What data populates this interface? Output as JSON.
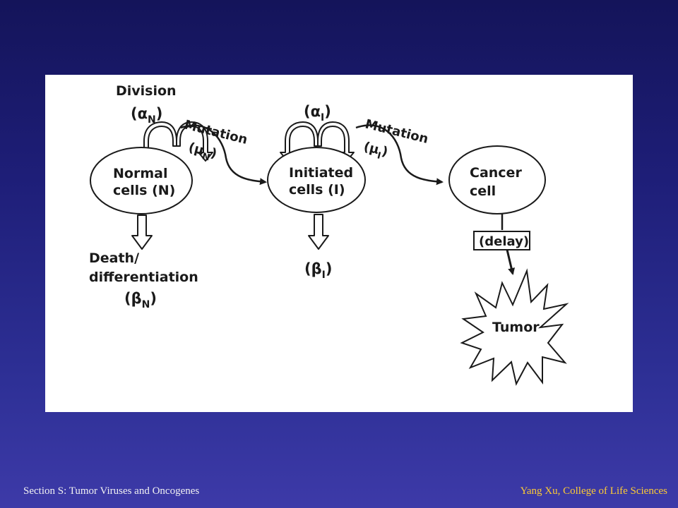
{
  "diagram": {
    "division": "Division",
    "alpha_n": "(α",
    "alpha_n_sub": "N",
    "alpha_n_close": ")",
    "alpha_i": "(α",
    "alpha_i_sub": "I",
    "alpha_i_close": ")",
    "mutation_1": "Mutation",
    "mu_n": "(μ",
    "mu_n_sub": "N",
    "mu_n_close": ")",
    "mutation_2": "Mutation",
    "mu_i": "(μ",
    "mu_i_sub": "I",
    "mu_i_close": ")",
    "normal_line1": "Normal",
    "normal_line2": "cells (N)",
    "initiated_line1": "Initiated",
    "initiated_line2": "cells (I)",
    "cancer_line1": "Cancer",
    "cancer_line2": "cell",
    "death_line1": "Death/",
    "death_line2": "differentiation",
    "beta_n": "(β",
    "beta_n_sub": "N",
    "beta_n_close": ")",
    "beta_i": "(β",
    "beta_i_sub": "I",
    "beta_i_close": ")",
    "delay": "(delay)",
    "tumor": "Tumor"
  },
  "footer": {
    "left": "Section S: Tumor Viruses and Oncogenes",
    "right": "Yang Xu, College of Life Sciences"
  }
}
